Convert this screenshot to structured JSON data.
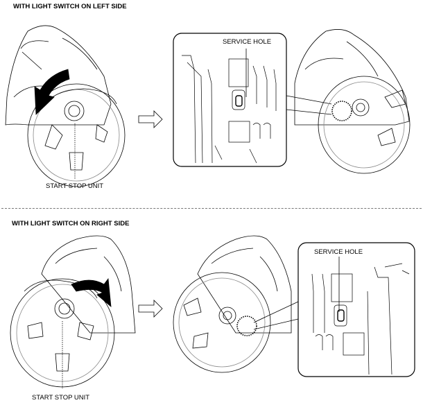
{
  "sections": [
    {
      "heading": "WITH LIGHT SWITCH ON LEFT SIDE",
      "callouts": {
        "unit_label": "START STOP UNIT",
        "hole_label": "SERVICE HOLE"
      },
      "rotation_direction": "counter-clockwise"
    },
    {
      "heading": "WITH LIGHT SWITCH ON RIGHT SIDE",
      "callouts": {
        "unit_label": "START STOP UNIT",
        "hole_label": "SERVICE HOLE"
      },
      "rotation_direction": "clockwise"
    }
  ],
  "icons": {
    "step_arrow": "hollow-right-arrow",
    "rotation_arrow": "curved-black-arrow",
    "detail_marker": "dotted-circle"
  }
}
